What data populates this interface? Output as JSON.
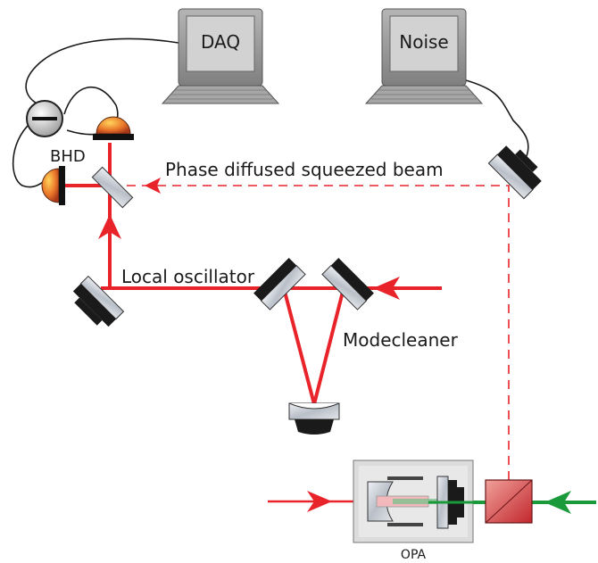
{
  "labels": {
    "daq": "DAQ",
    "noise": "Noise",
    "bhd": "BHD",
    "phase_beam": "Phase diffused squeezed beam",
    "local_oscillator": "Local oscillator",
    "modecleaner": "Modecleaner",
    "opa": "OPA"
  },
  "colors": {
    "laser_red": "#e8232a",
    "pump_green": "#1a9a3a",
    "mirror_black": "#1a1a1a",
    "mirror_glass": "#c9ced6",
    "detector_orange": "#e9772a",
    "monitor_gray": "#9a9a9a",
    "screen_gray": "#d0d0d0",
    "opa_box": "#dcdcdc"
  },
  "icons": [
    "computer-monitor-icon",
    "photodetector-icon",
    "subtractor-icon",
    "mirror-icon",
    "curved-mirror-icon",
    "beam-splitter-icon"
  ]
}
